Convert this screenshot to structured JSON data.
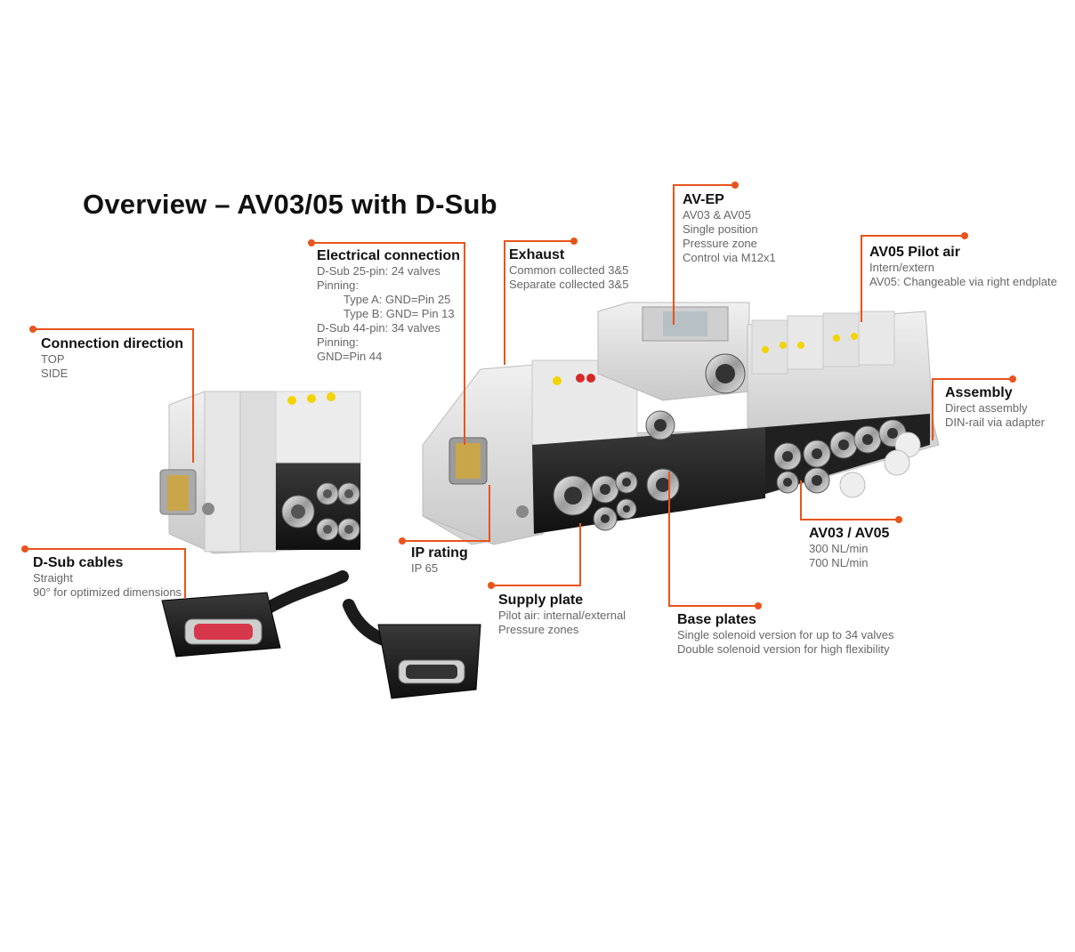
{
  "title": "Overview – AV03/05 with D-Sub",
  "colors": {
    "accent": "#e8541c",
    "heading": "#111111",
    "body_text": "#666666"
  },
  "callouts": {
    "electrical": {
      "heading": "Electrical connection",
      "lines": [
        "D-Sub 25-pin: 24 valves",
        "Pinning:",
        "Type A: GND=Pin 25",
        "Type B: GND= Pin 13",
        "D-Sub 44-pin: 34 valves",
        "Pinning:",
        "GND=Pin 44"
      ]
    },
    "exhaust": {
      "heading": "Exhaust",
      "lines": [
        "Common collected 3&5",
        "Separate collected 3&5"
      ]
    },
    "avep": {
      "heading": "AV-EP",
      "lines": [
        "AV03 & AV05",
        "Single position",
        "Pressure zone",
        "Control via M12x1"
      ]
    },
    "pilot": {
      "heading": "AV05 Pilot air",
      "lines": [
        "Intern/extern",
        "AV05: Changeable via right endplate"
      ]
    },
    "connection": {
      "heading": "Connection direction",
      "lines": [
        "TOP",
        "SIDE"
      ]
    },
    "assembly": {
      "heading": "Assembly",
      "lines": [
        "Direct assembly",
        "DIN-rail via adapter"
      ]
    },
    "av0305": {
      "heading": "AV03 / AV05",
      "lines": [
        "300 NL/min",
        "700 NL/min"
      ]
    },
    "cables": {
      "heading": "D-Sub cables",
      "lines": [
        "Straight",
        "90° for optimized dimensions"
      ]
    },
    "iprating": {
      "heading": "IP rating",
      "lines": [
        "IP 65"
      ]
    },
    "supply": {
      "heading": "Supply plate",
      "lines": [
        "Pilot air: internal/external",
        "Pressure zones"
      ]
    },
    "baseplates": {
      "heading": "Base plates",
      "lines": [
        "Single solenoid version for up to 34 valves",
        "Double solenoid version for high flexibility"
      ]
    }
  }
}
